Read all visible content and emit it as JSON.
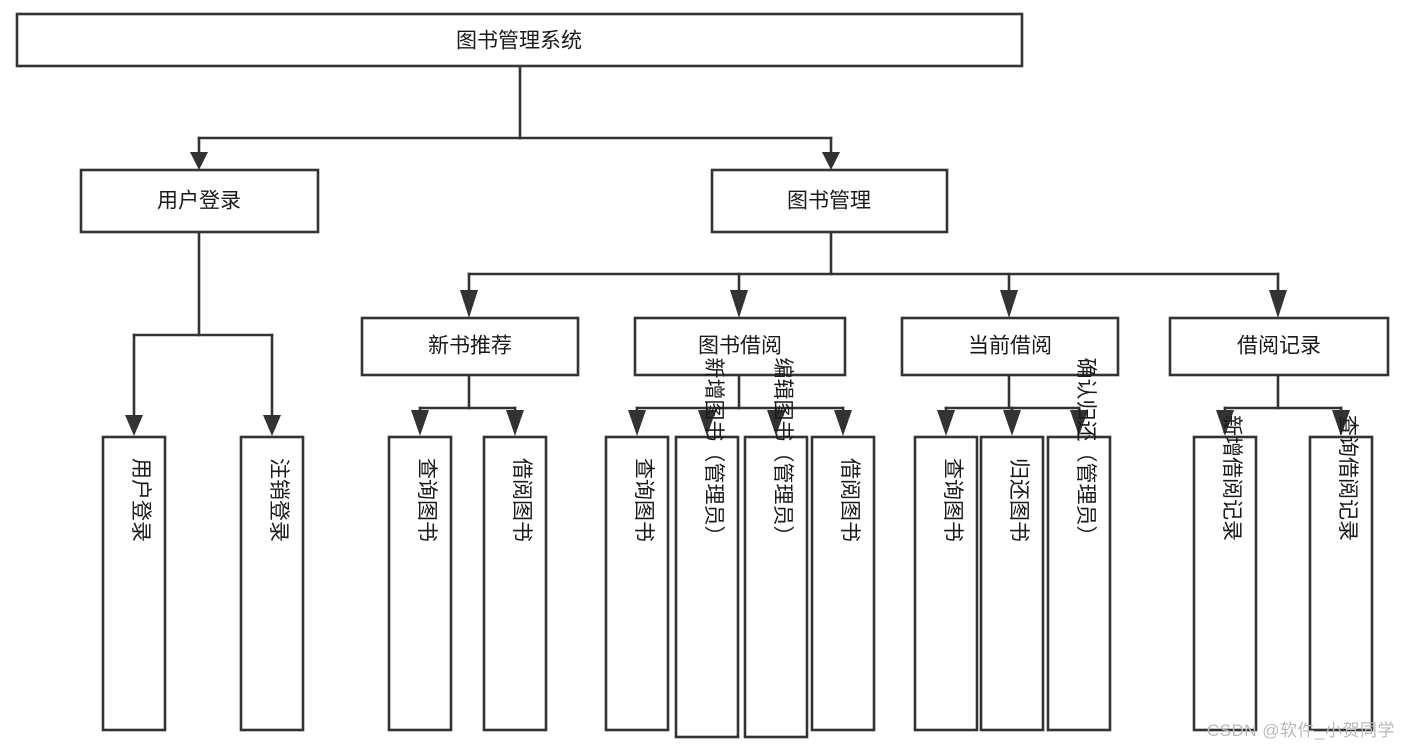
{
  "diagram": {
    "type": "tree",
    "title": "图书管理系统",
    "watermark": "CSDN @软件_小贺同学",
    "colors": {
      "stroke": "#333333",
      "fill": "#ffffff",
      "text": "#1a1a1a",
      "watermark": "#b9b9b9"
    },
    "root": {
      "label": "图书管理系统"
    },
    "level1": [
      {
        "label": "用户登录"
      },
      {
        "label": "图书管理"
      }
    ],
    "level2": [
      {
        "label": "新书推荐"
      },
      {
        "label": "图书借阅"
      },
      {
        "label": "当前借阅"
      },
      {
        "label": "借阅记录"
      }
    ],
    "leaves": {
      "user_login": [
        {
          "label": "用户登录"
        },
        {
          "label": "注销登录"
        }
      ],
      "new_book_recommend": [
        {
          "label": "查询图书"
        },
        {
          "label": "借阅图书"
        }
      ],
      "book_borrow": [
        {
          "label": "查询图书"
        },
        {
          "label": "新增图书（管理员）"
        },
        {
          "label": "编辑图书（管理员）"
        },
        {
          "label": "借阅图书"
        }
      ],
      "current_borrow": [
        {
          "label": "查询图书"
        },
        {
          "label": "归还图书"
        },
        {
          "label": "确认归还（管理员）"
        }
      ],
      "borrow_record": [
        {
          "label": "新增借阅记录"
        },
        {
          "label": "查询借阅记录"
        }
      ]
    }
  }
}
